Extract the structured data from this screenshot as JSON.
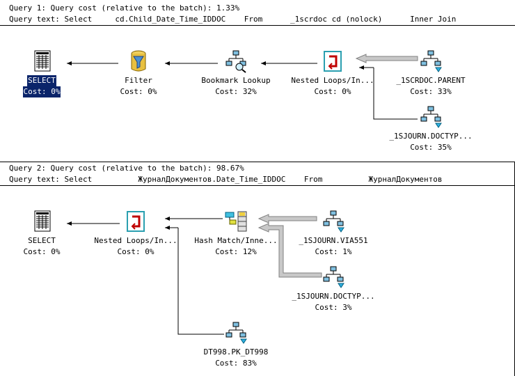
{
  "query1": {
    "header": "Query 1: Query cost (relative to the batch): 1.33%",
    "text": "Query text: Select     cd.Child_Date_Time_IDDOC    From      _1scrdoc cd (nolock)      Inner Join",
    "nodes": {
      "select": {
        "label": "SELECT",
        "cost": "Cost: 0%"
      },
      "filter": {
        "label": "Filter",
        "cost": "Cost: 0%"
      },
      "bookmark": {
        "label": "Bookmark Lookup",
        "cost": "Cost: 32%"
      },
      "nested": {
        "label": "Nested Loops/In...",
        "cost": "Cost: 0%"
      },
      "parent": {
        "label": "_1SCRDOC.PARENT",
        "cost": "Cost: 33%"
      },
      "doctyp": {
        "label": "_1SJOURN.DOCTYP...",
        "cost": "Cost: 35%"
      }
    }
  },
  "query2": {
    "header": "Query 2: Query cost (relative to the batch): 98.67%",
    "text": "Query text: Select          ЖурналДокументов.Date_Time_IDDOC    From          ЖурналДокументов",
    "nodes": {
      "select": {
        "label": "SELECT",
        "cost": "Cost: 0%"
      },
      "nested": {
        "label": "Nested Loops/In...",
        "cost": "Cost: 0%"
      },
      "hash": {
        "label": "Hash Match/Inne...",
        "cost": "Cost: 12%"
      },
      "via551": {
        "label": "_1SJOURN.VIA551",
        "cost": "Cost: 1%"
      },
      "doctyp": {
        "label": "_1SJOURN.DOCTYP...",
        "cost": "Cost: 3%"
      },
      "pk": {
        "label": "DT998.PK_DT998",
        "cost": "Cost: 83%"
      }
    }
  },
  "icons": {
    "select": "select-result-icon",
    "filter": "filter-funnel-icon",
    "bookmark": "bookmark-lookup-icon",
    "nested": "nested-loops-icon",
    "index": "index-seek-icon",
    "hash": "hash-match-icon"
  },
  "colors": {
    "selection": "#0a246a",
    "arrow": "#000000",
    "thick_arrow": "#a0a0a0"
  }
}
